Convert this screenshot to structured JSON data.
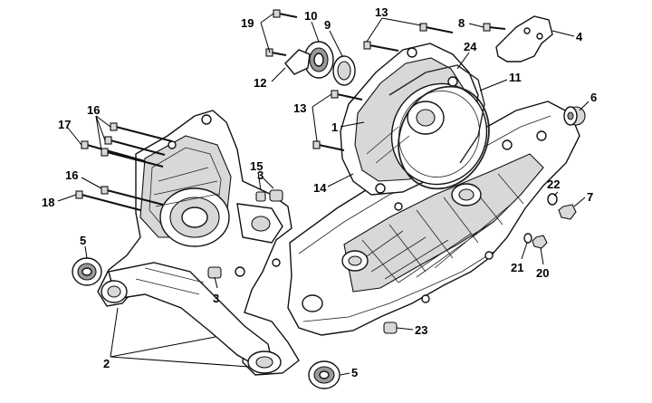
{
  "callouts": {
    "c1": "1",
    "c2": "2",
    "c3a": "3",
    "c3b": "3",
    "c4": "4",
    "c5a": "5",
    "c5b": "5",
    "c6": "6",
    "c7": "7",
    "c8": "8",
    "c9": "9",
    "c10": "10",
    "c11": "11",
    "c12": "12",
    "c13a": "13",
    "c13b": "13",
    "c14": "14",
    "c15": "15",
    "c16a": "16",
    "c16b": "16",
    "c17": "17",
    "c18": "18",
    "c19": "19",
    "c20": "20",
    "c21": "21",
    "c22": "22",
    "c23": "23",
    "c24": "24"
  }
}
